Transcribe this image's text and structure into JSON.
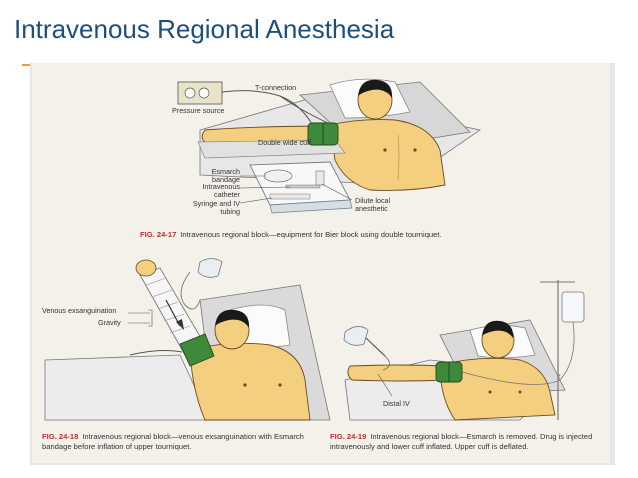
{
  "slide": {
    "title": "Intravenous Regional Anesthesia"
  },
  "figure1": {
    "labels": {
      "pressure_source": "Pressure source",
      "t_connection": "T-connection",
      "double_wide_cuff": "Double wide cuff",
      "esmarch_bandage": "Esmarch bandage",
      "iv_catheter": "Intravenous catheter",
      "syringe_tubing": "Syringe and IV tubing",
      "dilute_local": "Dilute local anesthetic"
    },
    "caption": {
      "number": "FIG. 24-17",
      "text": "Intravenous regional block—equipment for Bier block using double tourniquet."
    }
  },
  "figure2": {
    "labels": {
      "venous_exsanguination": "Venous exsanguination",
      "gravity": "Gravity"
    },
    "caption": {
      "number": "FIG. 24-18",
      "text": "Intravenous regional block—venous exsanguination with Esmarch bandage before inflation of upper tourniquet."
    }
  },
  "figure3": {
    "labels": {
      "distal_iv": "Distal IV"
    },
    "caption": {
      "number": "FIG. 24-19",
      "text": "Intravenous regional block—Esmarch is removed. Drug is injected intravenously and lower cuff inflated. Upper cuff is deflated."
    }
  },
  "colors": {
    "title": "#1f4e79",
    "accent_underline": "#d9a441",
    "skin": "#f4cf7f",
    "skin_outline": "#6b4a1e",
    "cuff": "#3f8a3a",
    "bed": "#dcdcdc",
    "caption_number": "#b5332b"
  }
}
